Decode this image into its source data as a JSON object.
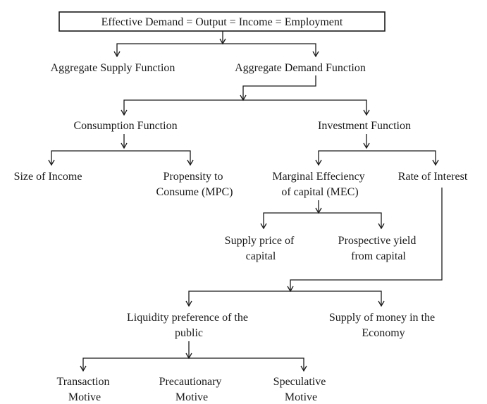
{
  "diagram": {
    "root": "Effective Demand = Output = Income = Employment",
    "nodes": {
      "aggregate_supply": [
        "Aggregate Supply Function"
      ],
      "aggregate_demand": [
        "Aggregate Demand Function"
      ],
      "consumption": [
        "Consumption Function"
      ],
      "investment": [
        "Investment Function"
      ],
      "size_of_income": [
        "Size of Income"
      ],
      "propensity": [
        "Propensity to",
        "Consume (MPC)"
      ],
      "mec": [
        "Marginal Effeciency",
        "of capital (MEC)"
      ],
      "rate_of_interest": [
        "Rate of Interest"
      ],
      "supply_price": [
        "Supply price of",
        "capital"
      ],
      "prospective_yield": [
        "Prospective yield",
        "from capital"
      ],
      "liquidity_preference": [
        "Liquidity preference of the",
        "public"
      ],
      "supply_of_money": [
        "Supply of money in the",
        "Economy"
      ],
      "transaction": [
        "Transaction",
        "Motive"
      ],
      "precautionary": [
        "Precautionary",
        "Motive"
      ],
      "speculative": [
        "Speculative",
        "Motive"
      ]
    }
  }
}
